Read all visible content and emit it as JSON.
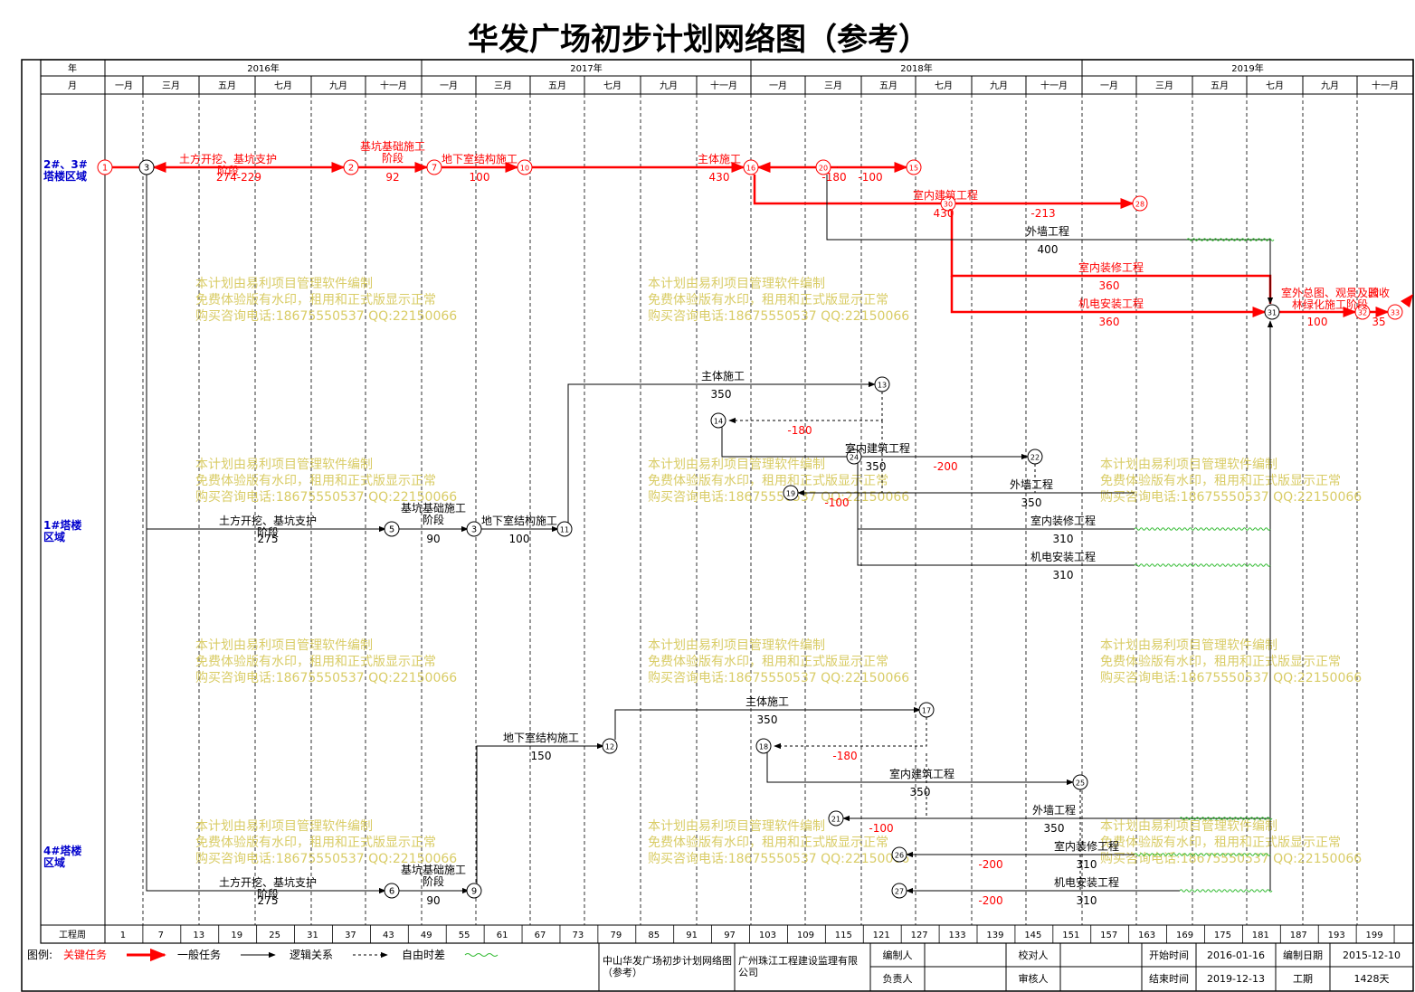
{
  "title": "华发广场初步计划网络图（参考）",
  "header": {
    "year_label": "年",
    "month_label": "月",
    "years": [
      "2016年",
      "2017年",
      "2018年",
      "2019年"
    ],
    "months": [
      "一月",
      "三月",
      "五月",
      "七月",
      "九月",
      "十一月",
      "一月",
      "三月",
      "五月",
      "七月",
      "九月",
      "十一月",
      "一月",
      "三月",
      "五月",
      "七月",
      "九月",
      "十一月",
      "一月",
      "三月",
      "五月",
      "七月",
      "九月",
      "十一月"
    ]
  },
  "rows": [
    {
      "label": "2#、3#塔楼区域"
    },
    {
      "label": "1#塔楼区域"
    },
    {
      "label": "4#塔楼区域"
    }
  ],
  "week_axis": {
    "label": "工程周",
    "ticks": [
      "1",
      "7",
      "13",
      "19",
      "25",
      "31",
      "37",
      "43",
      "49",
      "55",
      "61",
      "67",
      "73",
      "79",
      "85",
      "91",
      "97",
      "103",
      "109",
      "115",
      "121",
      "127",
      "133",
      "139",
      "145",
      "151",
      "157",
      "163",
      "169",
      "175",
      "181",
      "187",
      "193",
      "199"
    ]
  },
  "nodes": [
    "1",
    "2",
    "3",
    "5",
    "6",
    "7",
    "9",
    "10",
    "11",
    "12",
    "13",
    "14",
    "15",
    "16",
    "17",
    "18",
    "19",
    "20",
    "21",
    "22",
    "24",
    "25",
    "26",
    "27",
    "28",
    "30",
    "31",
    "32",
    "33"
  ],
  "tasks": [
    {
      "name": "土方开挖、基坑支护阶段",
      "duration": "274-229",
      "type": "critical"
    },
    {
      "name": "基坑基础施工阶段",
      "duration": "92",
      "type": "critical"
    },
    {
      "name": "地下室结构施工",
      "duration": "100",
      "type": "critical"
    },
    {
      "name": "主体施工",
      "duration": "430",
      "type": "critical"
    },
    {
      "name": "",
      "duration": "-180",
      "type": "critical"
    },
    {
      "name": "",
      "duration": "-100",
      "type": "critical"
    },
    {
      "name": "室内建筑工程",
      "duration": "430",
      "type": "critical"
    },
    {
      "name": "",
      "duration": "-213",
      "type": "critical"
    },
    {
      "name": "外墙工程",
      "duration": "400",
      "type": "normal"
    },
    {
      "name": "室内装修工程",
      "duration": "360",
      "type": "critical"
    },
    {
      "name": "机电安装工程",
      "duration": "360",
      "type": "critical"
    },
    {
      "name": "室外总图、观景及园林绿化施工阶段",
      "duration": "100",
      "type": "critical"
    },
    {
      "name": "验收",
      "duration": "35",
      "type": "critical"
    },
    {
      "name": "主体施工",
      "duration": "350",
      "type": "normal"
    },
    {
      "name": "",
      "duration": "-180",
      "type": "normal"
    },
    {
      "name": "室内建筑工程",
      "duration": "350",
      "type": "normal"
    },
    {
      "name": "",
      "duration": "-200",
      "type": "normal"
    },
    {
      "name": "外墙工程",
      "duration": "350",
      "type": "normal"
    },
    {
      "name": "",
      "duration": "-100",
      "type": "normal"
    },
    {
      "name": "土方开挖、基坑支护阶段",
      "duration": "275",
      "type": "normal"
    },
    {
      "name": "基坑基础施工阶段",
      "duration": "90",
      "type": "normal"
    },
    {
      "name": "地下室结构施工",
      "duration": "100",
      "type": "normal"
    },
    {
      "name": "室内装修工程",
      "duration": "310",
      "type": "normal"
    },
    {
      "name": "机电安装工程",
      "duration": "310",
      "type": "normal"
    },
    {
      "name": "地下室结构施工",
      "duration": "150",
      "type": "normal"
    },
    {
      "name": "主体施工",
      "duration": "350",
      "type": "normal"
    },
    {
      "name": "",
      "duration": "-180",
      "type": "normal"
    },
    {
      "name": "室内建筑工程",
      "duration": "350",
      "type": "normal"
    },
    {
      "name": "外墙工程",
      "duration": "350",
      "type": "normal"
    },
    {
      "name": "",
      "duration": "-100",
      "type": "normal"
    },
    {
      "name": "室内装修工程",
      "duration": "310",
      "type": "normal"
    },
    {
      "name": "",
      "duration": "-200",
      "type": "normal"
    },
    {
      "name": "机电安装工程",
      "duration": "310",
      "type": "normal"
    },
    {
      "name": "",
      "duration": "-200",
      "type": "normal"
    },
    {
      "name": "土方开挖、基坑支护阶段",
      "duration": "275",
      "type": "normal"
    },
    {
      "name": "基坑基础施工阶段",
      "duration": "90",
      "type": "normal"
    }
  ],
  "watermark": [
    "本计划由易利项目管理软件编制",
    "免费体验版有水印，租用和正式版显示正常",
    "购买咨询电话:18675550537 QQ:22150066"
  ],
  "legend": {
    "label": "图例:",
    "critical": "关键任务",
    "normal": "一般任务",
    "logic": "逻辑关系",
    "float": "自由时差"
  },
  "footer": {
    "project_name": "中山华发广场初步计划网络图（参考）",
    "company": "广州珠江工程建设监理有限公司",
    "compiler_label": "编制人",
    "checker_label": "校对人",
    "leader_label": "负责人",
    "reviewer_label": "审核人",
    "start_label": "开始时间",
    "start_value": "2016-01-16",
    "end_label": "结束时间",
    "end_value": "2019-12-13",
    "date_label": "编制日期",
    "date_value": "2015-12-10",
    "duration_label": "工期",
    "duration_value": "1428天"
  },
  "colors": {
    "critical": "#ff0000",
    "normal": "#000000",
    "row_label": "#0000cc",
    "watermark": "#d9cc66",
    "float_wave": "#33bb33"
  }
}
